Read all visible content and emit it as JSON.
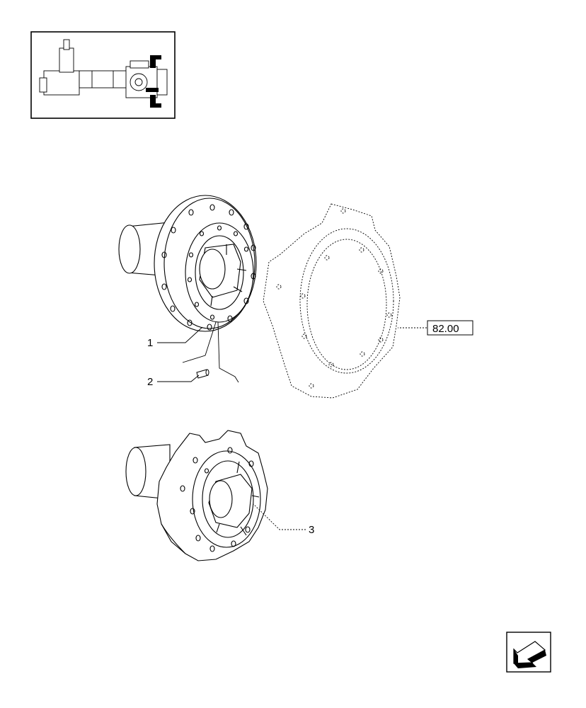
{
  "callouts": {
    "c1": "1",
    "c2": "2",
    "c3": "3"
  },
  "reference": {
    "label": "82.00"
  },
  "thumbnail": {
    "icon": "axle-assembly-thumbnail"
  },
  "nav": {
    "icon": "back-arrow-icon"
  }
}
